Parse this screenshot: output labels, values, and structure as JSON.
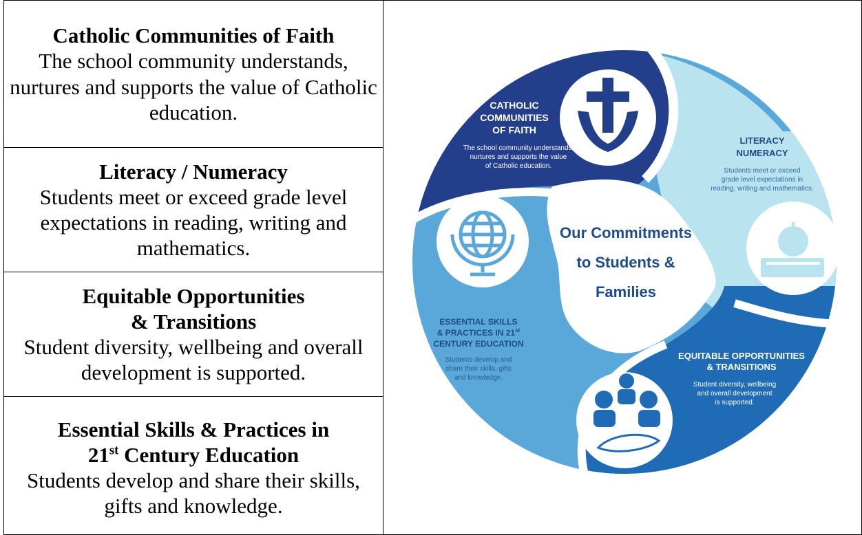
{
  "sections": [
    {
      "title": "Catholic Communities of Faith",
      "description": "The school community understands, nurtures and supports the value of Catholic education."
    },
    {
      "title": "Literacy / Numeracy",
      "description": "Students meet or exceed grade level expectations in reading, writing and mathematics."
    },
    {
      "title_line1": "Equitable Opportunities",
      "title_line2": "& Transitions",
      "description": "Student diversity, wellbeing and overall development is supported."
    },
    {
      "title_line1": "Essential Skills & Practices in",
      "title_line2_num": "21",
      "title_line2_sup": "st",
      "title_line2_rest": " Century Education",
      "description": "Students develop and share their skills, gifts and knowledge."
    }
  ],
  "wheel": {
    "center_lines": [
      "Our Commitments",
      "to Students &",
      "Families"
    ],
    "faith": {
      "title_lines": [
        "CATHOLIC",
        "COMMUNITIES",
        "OF FAITH"
      ],
      "desc_lines": [
        "The school community understands,",
        "nurtures and supports the value",
        "of Catholic education."
      ]
    },
    "literacy": {
      "title_lines": [
        "LITERACY",
        "NUMERACY"
      ],
      "desc_lines": [
        "Students meet or exceed",
        "grade level expectations in",
        "reading, writing and mathematics."
      ]
    },
    "equitable": {
      "title_lines": [
        "EQUITABLE OPPORTUNITIES",
        "& TRANSITIONS"
      ],
      "desc_lines": [
        "Student diversity, wellbeing",
        "and overall development",
        "is supported."
      ]
    },
    "essential": {
      "title_lines": [
        "ESSENTIAL SKILLS",
        "& PRACTICES IN 21",
        "CENTURY EDUCATION"
      ],
      "title_sup": "st",
      "desc_lines": [
        "Students develop and",
        "share their skills, gifts",
        "and knowledge."
      ]
    },
    "colors": {
      "navy": "#233e8b",
      "pale_blue": "#b9e3ef",
      "royal_blue": "#1f6bb5",
      "mid_blue": "#5aa7d9",
      "center_text": "#1e4b8a",
      "white": "#ffffff"
    },
    "icons": [
      "cross-hands-icon",
      "apple-book-icon",
      "people-feather-icon",
      "globe-icon"
    ]
  }
}
